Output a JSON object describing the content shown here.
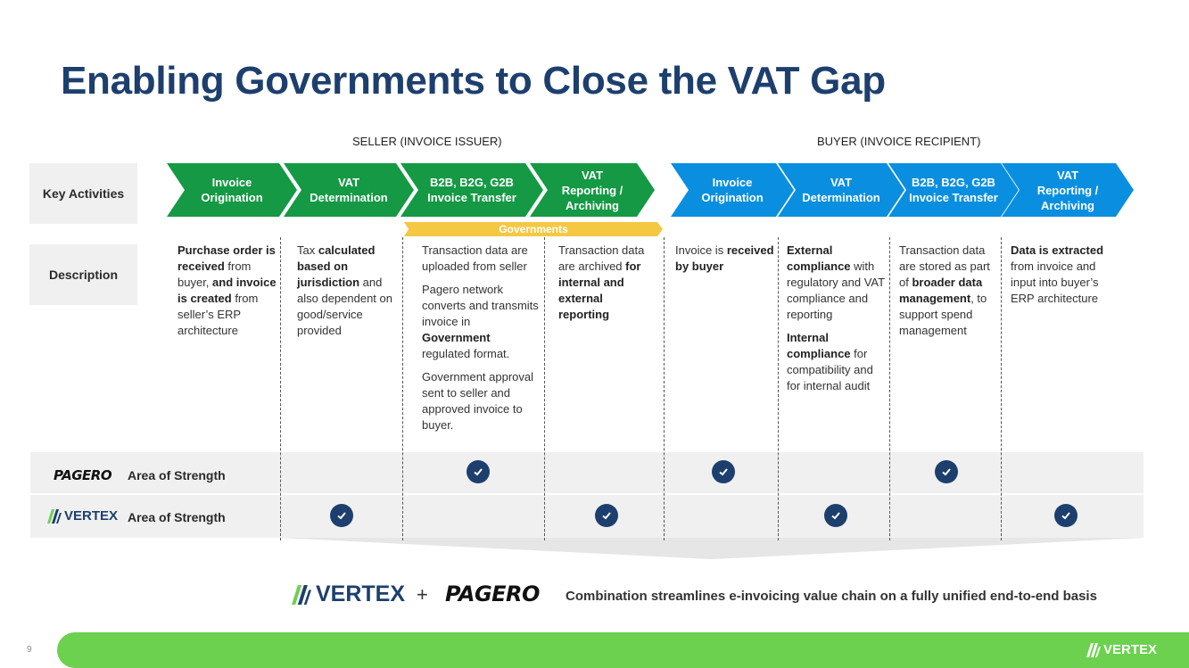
{
  "title": "Enabling Governments to Close the VAT Gap",
  "groups": {
    "seller": "SELLER (INVOICE ISSUER)",
    "buyer": "BUYER (INVOICE RECIPIENT)"
  },
  "row_labels": {
    "key_activities": "Key Activities",
    "description": "Description"
  },
  "activities": [
    {
      "label": "Invoice\nOrigination"
    },
    {
      "label": "VAT\nDetermination"
    },
    {
      "label": "B2B, B2G, G2B\nInvoice Transfer"
    },
    {
      "label": "VAT\nReporting /\nArchiving"
    },
    {
      "label": "Invoice\nOrigination"
    },
    {
      "label": "VAT\nDetermination"
    },
    {
      "label": "B2B, B2G, G2B\nInvoice Transfer"
    },
    {
      "label": "VAT\nReporting /\nArchiving"
    }
  ],
  "governments_label": "Governments",
  "descriptions": {
    "c1": {
      "b1": "Purchase order is received",
      "t1": " from buyer, ",
      "b2": "and invoice is created",
      "t2": " from seller’s ERP architecture"
    },
    "c2": {
      "t0": "Tax ",
      "b1": "calculated based on jurisdiction",
      "t1": " and also dependent on good/service provided"
    },
    "c3": {
      "p1": "Transaction data are uploaded from seller",
      "p2a": "Pagero network converts and transmits invoice in ",
      "p2b": "Government",
      "p2c": " regulated format.",
      "p3": "Government approval sent to seller and approved invoice to buyer."
    },
    "c4": {
      "t0": "Transaction data are archived ",
      "b1": "for internal and external reporting"
    },
    "c5": {
      "t0": "Invoice is ",
      "b1": "received by buyer"
    },
    "c6": {
      "b1": "External compliance",
      "t1": " with regulatory and VAT compliance and reporting",
      "b2": "Internal compliance",
      "t2": " for compatibility and for internal audit"
    },
    "c7": {
      "t0": "Transaction data are stored as part of ",
      "b1": "broader data management",
      "t1": ", to support spend management"
    },
    "c8": {
      "b1": "Data is extracted",
      "t1": " from invoice and input into buyer’s ERP architecture"
    }
  },
  "strength": {
    "pagero_brand": "PAGERO",
    "vertex_brand": "VERTEX",
    "pagero_label": "Area of  Strength",
    "vertex_label": "Area of Strength"
  },
  "combination": {
    "vertex": "VERTEX",
    "plus": "+",
    "pagero": "PAGERO",
    "tagline": "Combination streamlines e-invoicing value chain on a fully unified end-to-end basis"
  },
  "footer": {
    "page_number": "9",
    "brand": "VERTEX"
  },
  "colors": {
    "title": "#1d3f6e",
    "seller_green": "#159944",
    "buyer_blue": "#0a8fe0",
    "governments_yellow": "#f4c842",
    "check_navy": "#1d3f6e",
    "footer_green": "#6bd14e"
  }
}
